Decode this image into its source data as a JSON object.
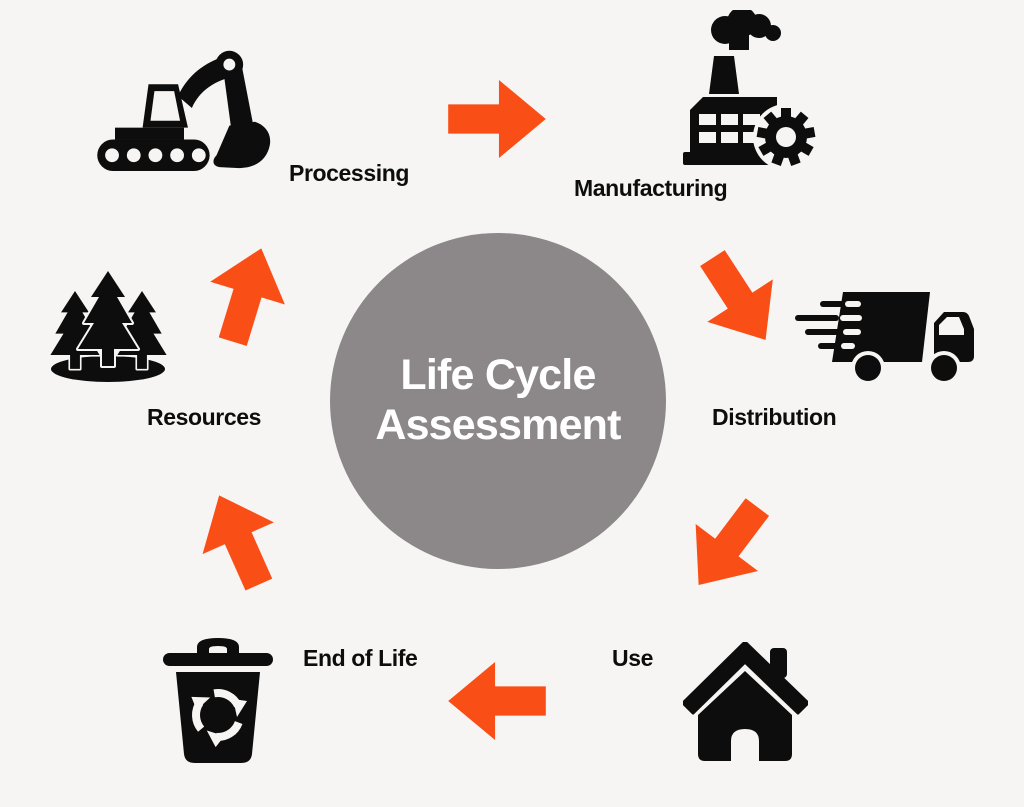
{
  "title": {
    "line1": "Life Cycle",
    "line2": "Assessment"
  },
  "stages": [
    {
      "label": "Processing",
      "icon": "excavator-icon"
    },
    {
      "label": "Manufacturing",
      "icon": "factory-icon"
    },
    {
      "label": "Distribution",
      "icon": "delivery-truck-icon"
    },
    {
      "label": "Use",
      "icon": "house-icon"
    },
    {
      "label": "End of Life",
      "icon": "trash-recycling-icon"
    },
    {
      "label": "Resources",
      "icon": "pine-trees-icon"
    }
  ],
  "flow_order": [
    "Resources",
    "Processing",
    "Manufacturing",
    "Distribution",
    "Use",
    "End of Life"
  ],
  "colors": {
    "background": "#f6f5f4",
    "arrow_orange": "#fa4e17",
    "circle_gray": "#8c8788",
    "icon_black": "#0d0d0d",
    "title_white": "#ffffff"
  }
}
